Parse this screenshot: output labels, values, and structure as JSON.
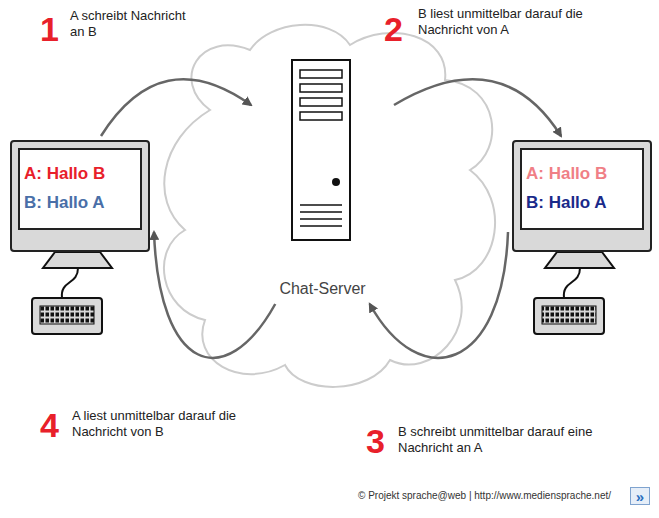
{
  "diagram": {
    "nodes": [
      {
        "text": [
          "A: Hallo B",
          "B: Hallo A"
        ]
      },
      {
        "text": [
          "Chat-Server"
        ]
      },
      {
        "text": [
          "A: Hallo B",
          "B: Hallo A"
        ]
      }
    ],
    "edges": [
      {
        "from": 0,
        "to": 1,
        "arrow": "to"
      },
      {
        "from": 1,
        "to": 2,
        "arrow": "to"
      },
      {
        "from": 2,
        "to": 1,
        "arrow": "to"
      },
      {
        "from": 1,
        "to": 0,
        "arrow": "to"
      }
    ],
    "labels": [
      "1",
      "A schreibt Nachricht an B",
      "2",
      "B liest unmittelbar darauf die Nachricht von A",
      "3",
      "B schreibt unmittelbar darauf eine Nachricht an A",
      "4",
      "A liest unmittelbar darauf die Nachricht von B",
      "© Projekt sprache@web | http://www.mediensprache.net/",
      "»"
    ]
  }
}
